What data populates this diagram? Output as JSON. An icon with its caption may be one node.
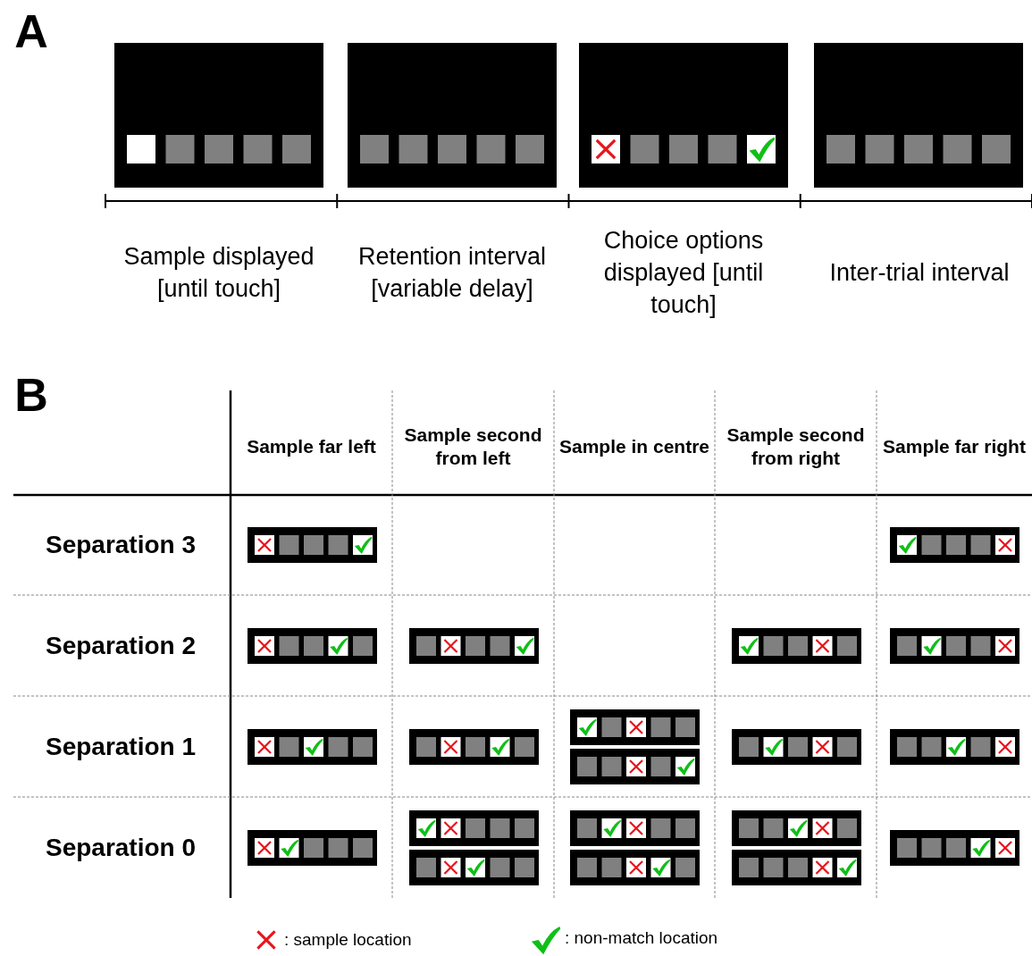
{
  "diagram": {
    "labels": [
      "A",
      "Sample displayed [until touch]",
      "Retention interval [variable delay]",
      "Choice options displayed [until touch]",
      "Inter-trial interval",
      "B",
      "Sample far left",
      "Sample second from left",
      "Sample in centre",
      "Sample second from right",
      "Sample far right",
      "Separation 3",
      "Separation 2",
      "Separation 1",
      "Separation 0"
    ],
    "legend": [
      {
        "text": ": sample location"
      },
      {
        "text": ": non-match location"
      }
    ]
  }
}
